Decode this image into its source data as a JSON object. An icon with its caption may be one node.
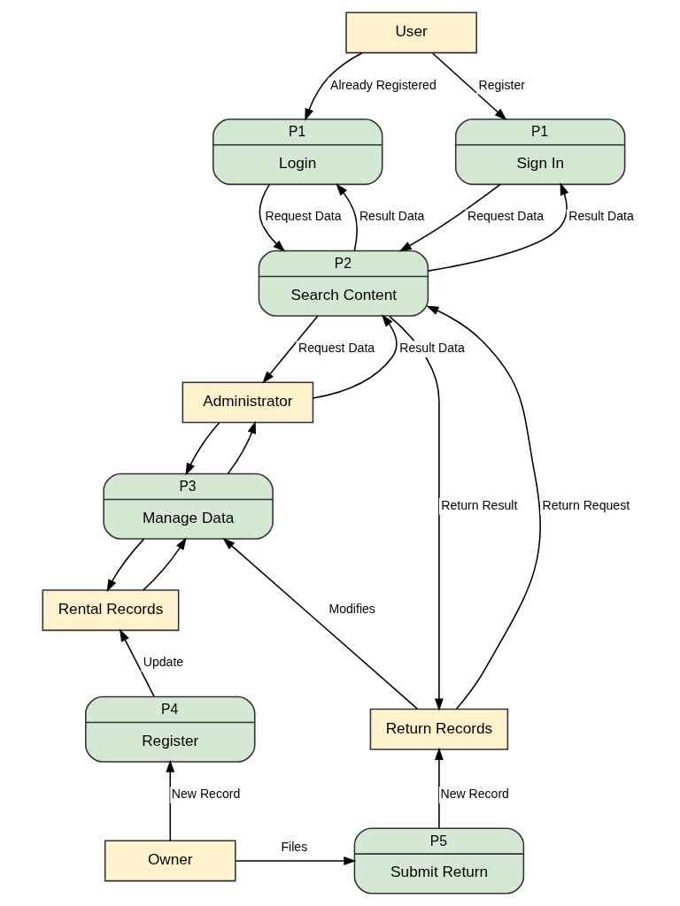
{
  "diagram": {
    "nodes": [
      {
        "text": [
          "User"
        ]
      },
      {
        "text": [
          "P1",
          "Login"
        ]
      },
      {
        "text": [
          "P1",
          "Sign In"
        ]
      },
      {
        "text": [
          "P2",
          "Search Content"
        ]
      },
      {
        "text": [
          "Administrator"
        ]
      },
      {
        "text": [
          "P3",
          "Manage Data"
        ]
      },
      {
        "text": [
          "Rental Records"
        ]
      },
      {
        "text": [
          "Return Records"
        ]
      },
      {
        "text": [
          "P4",
          "Register"
        ]
      },
      {
        "text": [
          "Owner"
        ]
      },
      {
        "text": [
          "P5",
          "Submit Return"
        ]
      }
    ],
    "edges": [
      {
        "from": 0,
        "to": 1,
        "arrow": "to",
        "label": "Already Registered"
      },
      {
        "from": 0,
        "to": 2,
        "arrow": "to",
        "label": "Register"
      },
      {
        "from": 2,
        "to": 3,
        "arrow": "to",
        "label": "Request Data"
      },
      {
        "from": 3,
        "to": 2,
        "arrow": "to",
        "label": "Result Data"
      },
      {
        "from": 1,
        "to": 3,
        "arrow": "to",
        "label": "Request Data"
      },
      {
        "from": 3,
        "to": 1,
        "arrow": "to",
        "label": "Result Data"
      },
      {
        "from": 3,
        "to": 7,
        "arrow": "to",
        "label": "Return Result"
      },
      {
        "from": 7,
        "to": 3,
        "arrow": "to",
        "label": "Return Request"
      },
      {
        "from": 3,
        "to": 4,
        "arrow": "to",
        "label": "Request Data"
      },
      {
        "from": 4,
        "to": 3,
        "arrow": "to",
        "label": "Result Data"
      },
      {
        "from": 4,
        "to": 5,
        "arrow": "to"
      },
      {
        "from": 5,
        "to": 4,
        "arrow": "to"
      },
      {
        "from": 7,
        "to": 5,
        "arrow": "to",
        "label": "Modifies"
      },
      {
        "from": 5,
        "to": 6,
        "arrow": "to"
      },
      {
        "from": 6,
        "to": 5,
        "arrow": "to"
      },
      {
        "from": 8,
        "to": 6,
        "arrow": "to",
        "label": "Update"
      },
      {
        "from": 9,
        "to": 8,
        "arrow": "to",
        "label": "New Record"
      },
      {
        "from": 9,
        "to": 10,
        "arrow": "to",
        "label": "Files"
      },
      {
        "from": 10,
        "to": 7,
        "arrow": "to",
        "label": "New Record"
      }
    ]
  }
}
